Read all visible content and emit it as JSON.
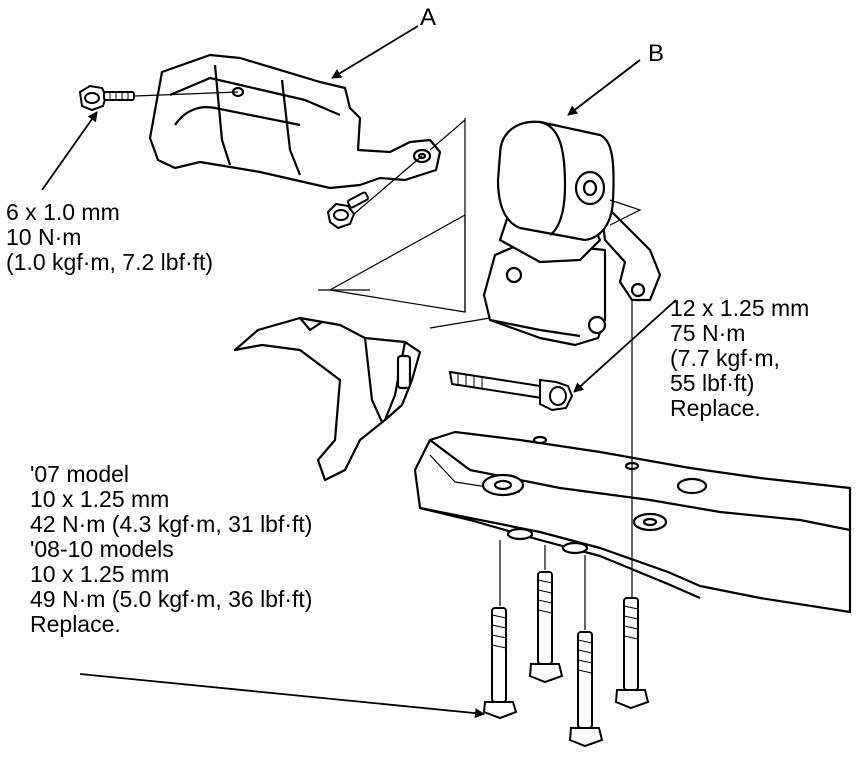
{
  "labels": {
    "a": "A",
    "b": "B"
  },
  "callouts": {
    "upper_left": [
      "6 x 1.0 mm",
      "10 N·m",
      "(1.0 kgf·m, 7.2 lbf·ft)"
    ],
    "right": [
      "12 x 1.25 mm",
      "75 N·m",
      "(7.7 kgf·m,",
      "55 lbf·ft)",
      "Replace."
    ],
    "lower_left": [
      "'07 model",
      "10 x 1.25 mm",
      "42 N·m (4.3 kgf·m, 31 lbf·ft)",
      "'08-10 models",
      "10 x 1.25 mm",
      "49 N·m (5.0 kgf·m, 36 lbf·ft)",
      "Replace."
    ]
  }
}
